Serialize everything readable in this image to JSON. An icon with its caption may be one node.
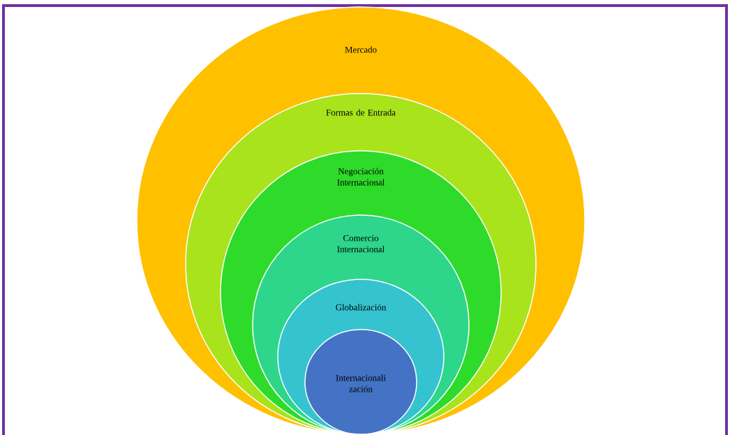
{
  "diagram": {
    "nodes": [
      {
        "text": [
          "Mercado"
        ]
      },
      {
        "text": [
          "Formas de Entrada"
        ],
        "in": 0
      },
      {
        "text": [
          "Negociación Internacional"
        ],
        "in": 1
      },
      {
        "text": [
          "Comercio Internacional"
        ],
        "in": 2
      },
      {
        "text": [
          "Globalización"
        ],
        "in": 3
      },
      {
        "text": [
          "Internacionali zación"
        ],
        "in": 4
      }
    ]
  }
}
